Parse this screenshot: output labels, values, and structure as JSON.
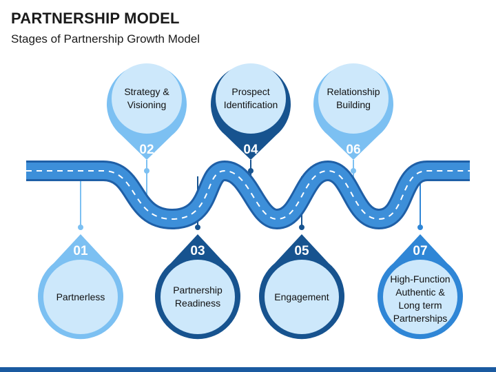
{
  "title": "PARTNERSHIP MODEL",
  "subtitle": "Stages of Partnership Growth Model",
  "colors": {
    "road": "#2f7fd0",
    "road_edge": "#1f5fa6",
    "light": "#7cc0f2",
    "medium": "#2f86d6",
    "dark": "#17538f",
    "fill": "#cde8fb",
    "bottom_bar": "#1a5aa0"
  },
  "stages": [
    {
      "num": "01",
      "label": "Partnerless",
      "color": "light"
    },
    {
      "num": "02",
      "label": "Strategy & Visioning",
      "color": "light"
    },
    {
      "num": "03",
      "label": "Partnership Readiness",
      "color": "dark"
    },
    {
      "num": "04",
      "label": "Prospect Identification",
      "color": "dark"
    },
    {
      "num": "05",
      "label": "Engagement",
      "color": "dark"
    },
    {
      "num": "06",
      "label": "Relationship Building",
      "color": "light"
    },
    {
      "num": "07",
      "label": "High-Function Authentic & Long term Partnerships",
      "color": "medium"
    }
  ]
}
